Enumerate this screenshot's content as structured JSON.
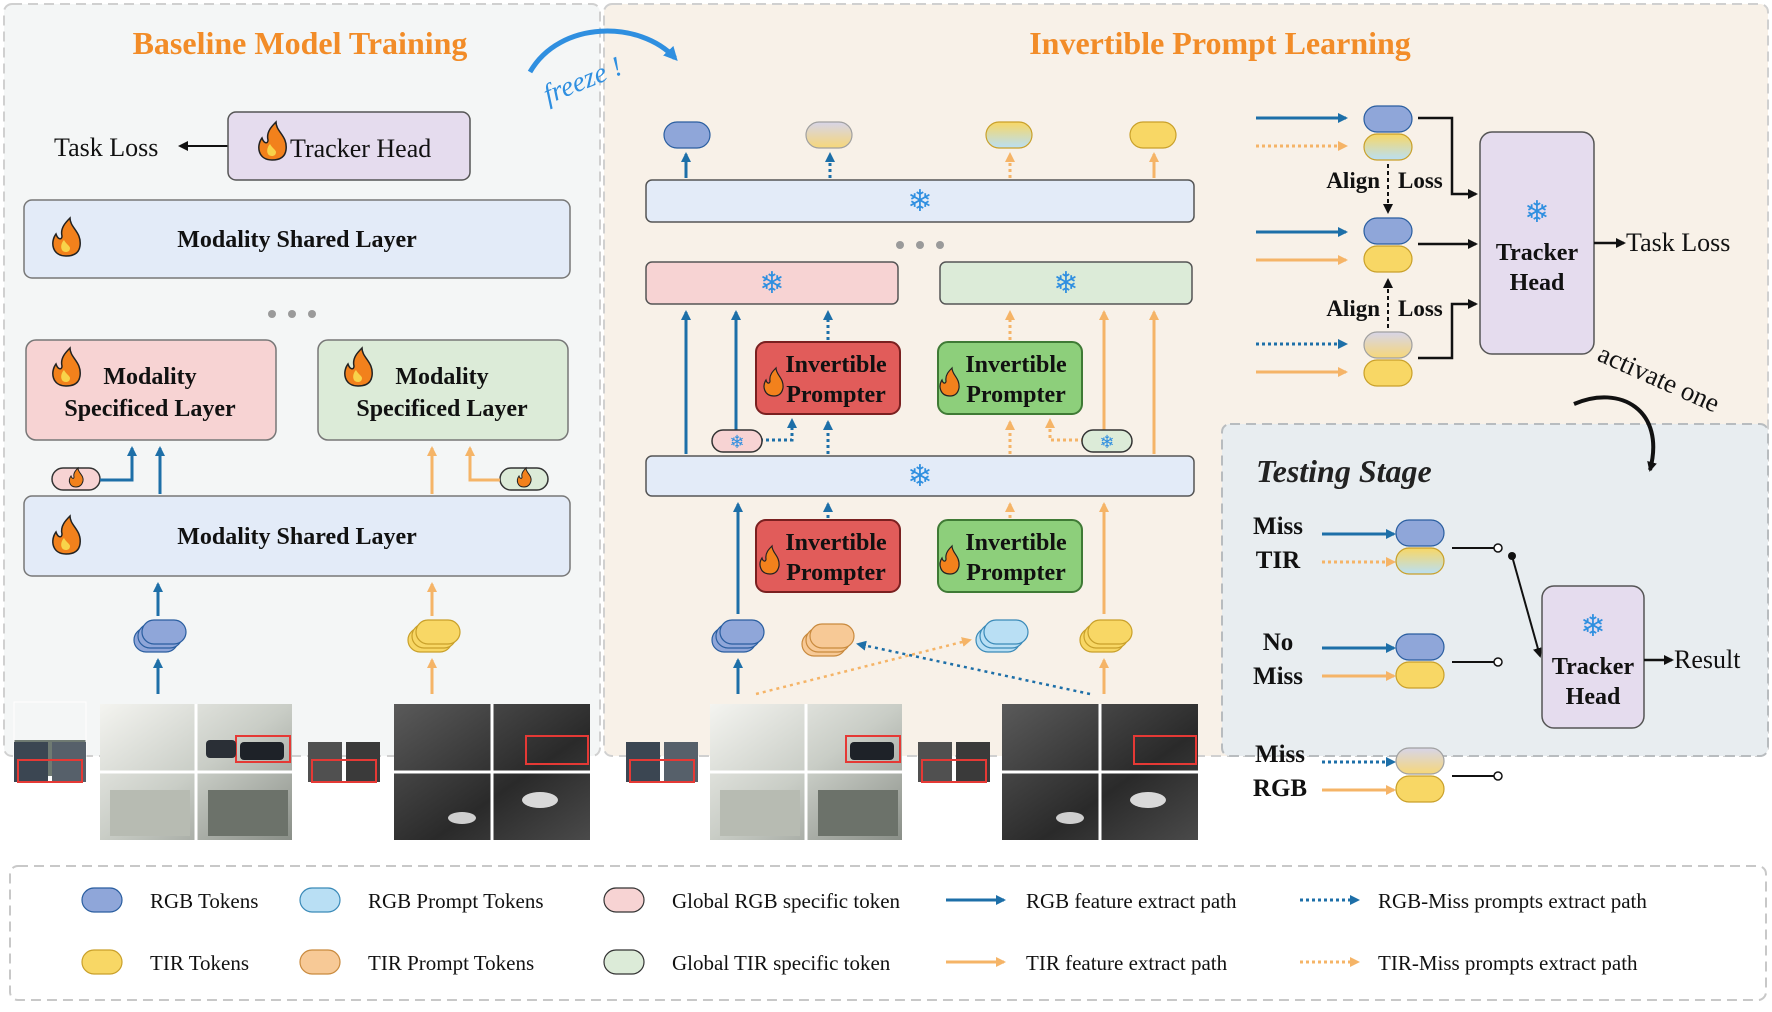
{
  "titles": {
    "baseline": "Baseline Model Training",
    "invertible": "Invertible Prompt Learning",
    "testing": "Testing Stage"
  },
  "annotations": {
    "freeze": "freeze !",
    "activate": "activate one"
  },
  "baseline": {
    "task_loss": "Task Loss",
    "tracker_head": "Tracker Head",
    "shared_layer_top": "Modality Shared Layer",
    "shared_layer_bottom": "Modality Shared Layer",
    "specific_rgb": [
      "Modality",
      "Specificed Layer"
    ],
    "specific_tir": [
      "Modality",
      "Specificed Layer"
    ]
  },
  "prompter": {
    "line1": "Invertible",
    "line2": "Prompter"
  },
  "training_right": {
    "align_loss_1": [
      "Align",
      "Loss"
    ],
    "align_loss_2": [
      "Align",
      "Loss"
    ],
    "tracker_head": [
      "Tracker",
      "Head"
    ],
    "task_loss": "Task Loss"
  },
  "testing": {
    "miss_tir": [
      "Miss",
      "TIR"
    ],
    "no_miss": [
      "No",
      "Miss"
    ],
    "miss_rgb": [
      "Miss",
      "RGB"
    ],
    "tracker_head": [
      "Tracker",
      "Head"
    ],
    "result": "Result"
  },
  "legend": {
    "rgb_tokens": "RGB Tokens",
    "rgb_prompt_tokens": "RGB Prompt Tokens",
    "global_rgb": "Global RGB specific token",
    "rgb_path": "RGB feature extract path",
    "rgb_miss_path": "RGB-Miss prompts extract path",
    "tir_tokens": "TIR Tokens",
    "tir_prompt_tokens": "TIR Prompt Tokens",
    "global_tir": "Global TIR specific token",
    "tir_path": "TIR feature extract path",
    "tir_miss_path": "TIR-Miss prompts extract path"
  },
  "colors": {
    "rgb_token": "#8fa6d9",
    "tir_token": "#f8d765",
    "rgb_prompt": "#b9dff4",
    "tir_prompt": "#f7c996",
    "global_rgb": "#f7d3d3",
    "global_tir": "#dcebd8",
    "rgb_arrow": "#1d6fa8",
    "tir_arrow": "#f5b467",
    "title_orange": "#f28c28",
    "prompter_red": "#e15c5a",
    "prompter_green": "#8dcf7b",
    "layer_blue": "#e3ebf8",
    "head_purple": "#e5dcee"
  }
}
